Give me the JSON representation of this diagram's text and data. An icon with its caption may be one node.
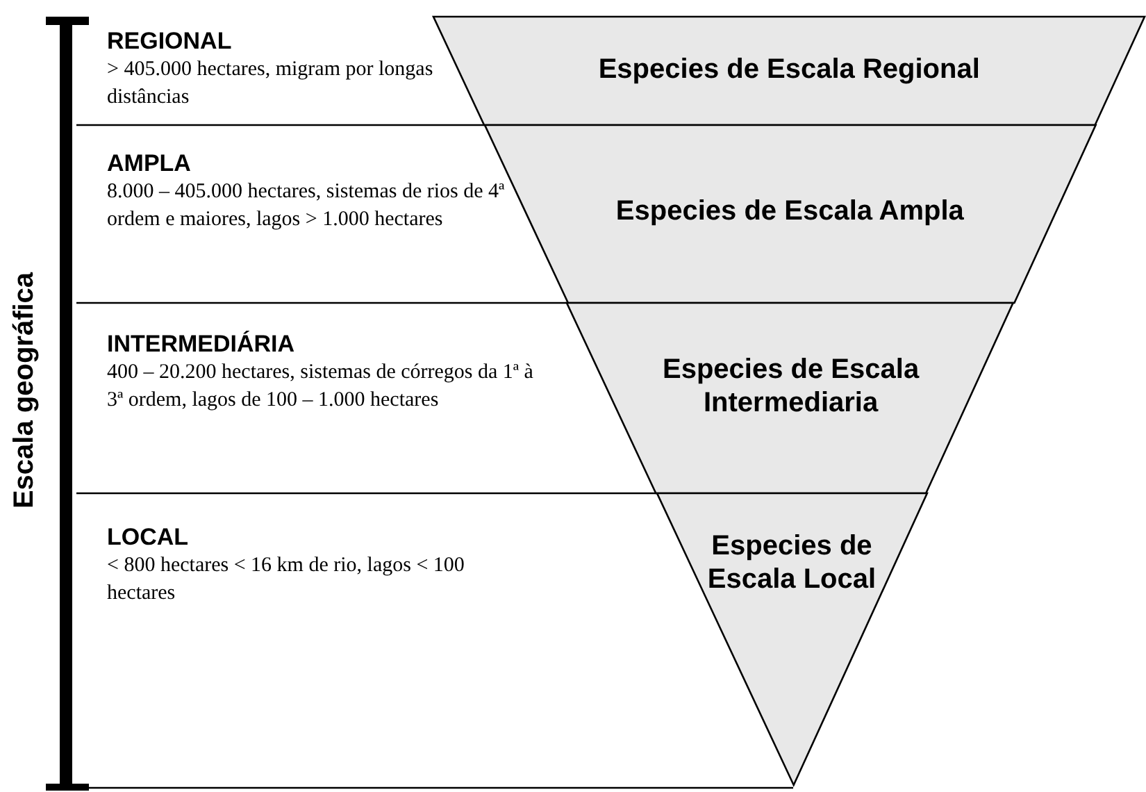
{
  "diagram": {
    "nodes": [
      {
        "text": [
          "REGIONAL",
          "> 405.000 hectares, migram por longas distâncias"
        ]
      },
      {
        "text": [
          "Especies de Escala Regional"
        ]
      },
      {
        "text": [
          "AMPLA",
          "8.000 – 405.000 hectares, sistemas de rios de 4ª ordem e maiores, lagos > 1.000 hectares"
        ]
      },
      {
        "text": [
          "Especies de Escala Ampla"
        ]
      },
      {
        "text": [
          "INTERMEDIÁRIA",
          "400 – 20.200 hectares, sistemas de córregos da 1ª à 3ª ordem, lagos de 100 – 1.000 hectares"
        ]
      },
      {
        "text": [
          "Especies de Escala Intermediaria"
        ]
      },
      {
        "text": [
          "LOCAL",
          "< 800 hectares < 16 km de rio, lagos < 100 hectares"
        ]
      },
      {
        "text": [
          "Especies de Escala Local"
        ]
      }
    ],
    "labels": [
      "Escala geográfica"
    ]
  }
}
